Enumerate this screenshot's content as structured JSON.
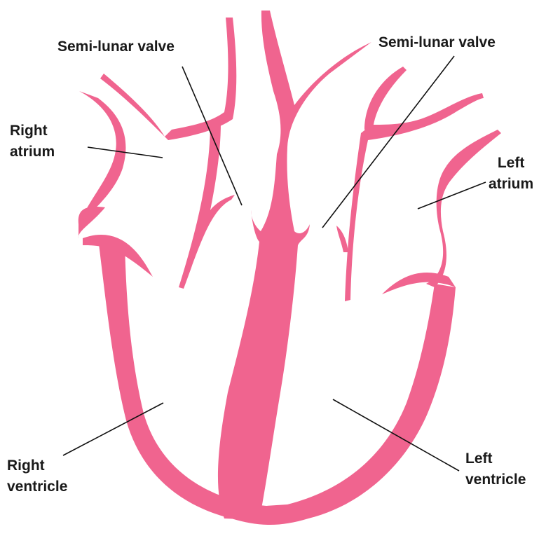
{
  "diagram": {
    "colors": {
      "heart_wall": "#f0648f",
      "label_text": "#1a1a1a",
      "leader_line": "#111111"
    },
    "labels": {
      "semilunar_left": "Semi-lunar valve",
      "semilunar_right": "Semi-lunar valve",
      "right_atrium": [
        "Right",
        "atrium"
      ],
      "left_atrium": [
        "Left",
        "atrium"
      ],
      "right_ventricle": [
        "Right",
        "ventricle"
      ],
      "left_ventricle": [
        "Left",
        "ventricle"
      ]
    }
  }
}
